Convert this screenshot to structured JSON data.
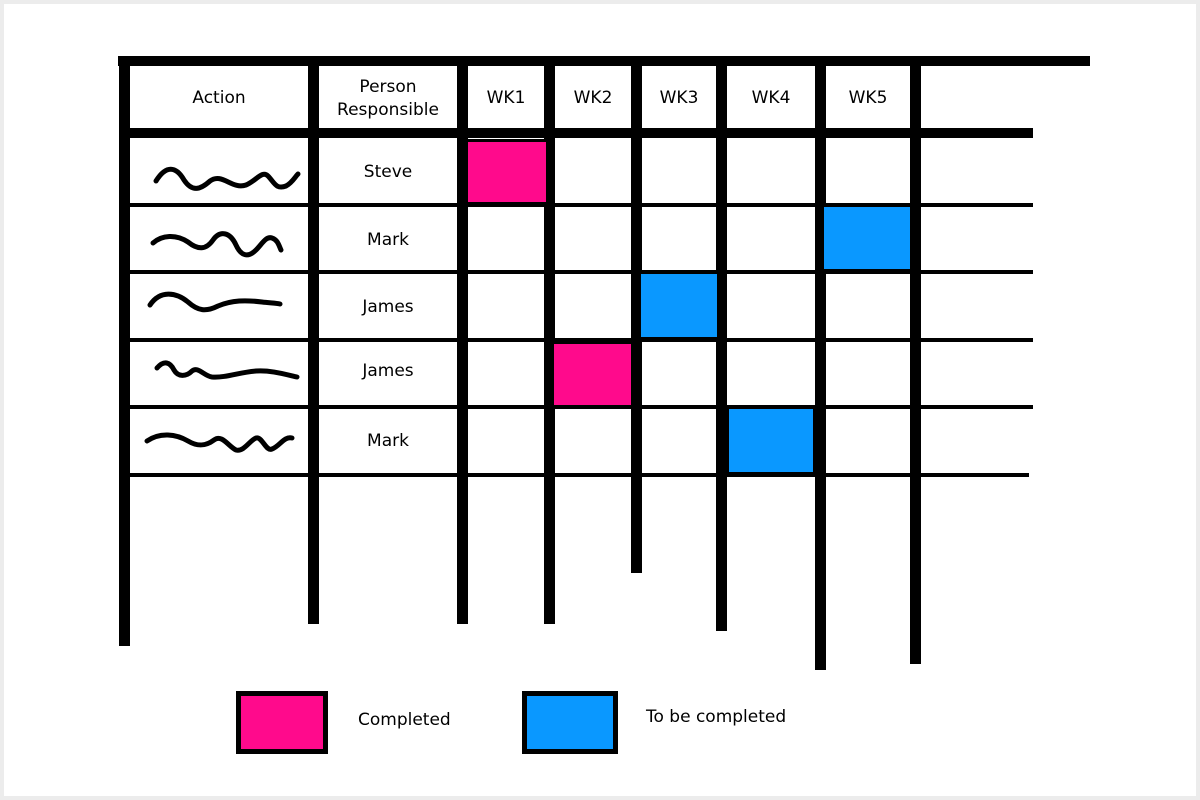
{
  "headers": {
    "action": "Action",
    "person_line1": "Person",
    "person_line2": "Responsible",
    "weeks": [
      "WK1",
      "WK2",
      "WK3",
      "WK4",
      "WK5"
    ]
  },
  "rows": [
    {
      "person": "Steve",
      "week": 1,
      "status": "completed"
    },
    {
      "person": "Mark",
      "week": 5,
      "status": "to_be_completed"
    },
    {
      "person": "James",
      "week": 3,
      "status": "to_be_completed"
    },
    {
      "person": "James",
      "week": 2,
      "status": "completed"
    },
    {
      "person": "Mark",
      "week": 4,
      "status": "to_be_completed"
    }
  ],
  "legend": {
    "completed_label": "Completed",
    "to_be_completed_label": "To be completed"
  },
  "colors": {
    "completed": "#ff0a8c",
    "to_be_completed": "#0a98ff",
    "line": "#000000",
    "background": "#ffffff"
  }
}
